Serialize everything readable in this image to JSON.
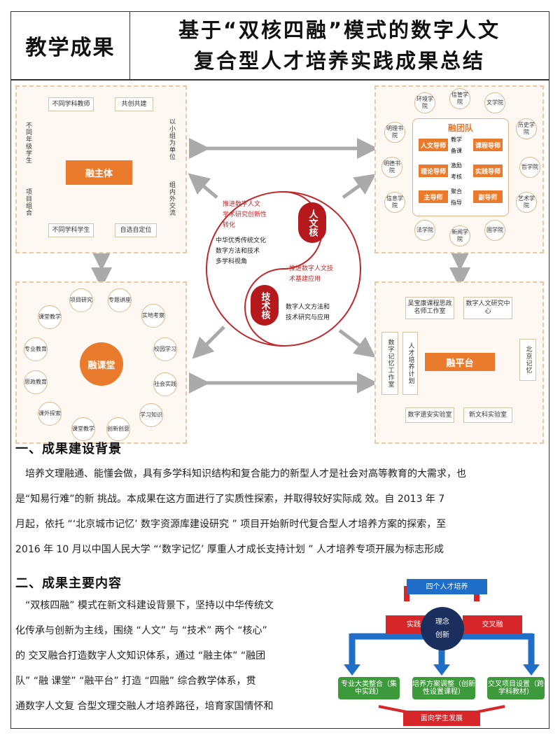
{
  "header": {
    "tag": "教学成果",
    "title_line1": "基于“双核四融”模式的数字人文",
    "title_line2": "复合型人才培养实践成果总结"
  },
  "figure": {
    "top_left": {
      "center": "融主体",
      "top_box": "不同学科教师",
      "top_right": "共创共建",
      "bottom_box": "不同学科学生",
      "bottom_right": "自选自定位",
      "left_v": "不同年级学生",
      "left_v2": "项目组合",
      "right_v": "以小组为单位",
      "right_v2": "组内外交流"
    },
    "top_right": {
      "center_title": "融团队",
      "outer": [
        "环境学院",
        "信管学院",
        "文学院",
        "历史学院",
        "哲学院",
        "艺术学院",
        "国学院",
        "新闻学院",
        "法学院",
        "信息学院",
        "明德书院",
        "明理书院"
      ],
      "roles_left": [
        "人文导师",
        "理论导师",
        "主导师"
      ],
      "roles_right": [
        "课程导师",
        "实践导师",
        "副导师"
      ],
      "roles_mid": [
        "教学",
        "激励",
        "聚合"
      ],
      "roles_mid2": [
        "备课",
        "考核",
        "指导"
      ]
    },
    "center": {
      "core1": "人文核",
      "core2": "技术核",
      "text_red1": [
        "推进数字人文",
        "学术研究创新性",
        "转化"
      ],
      "text_black1": [
        "中华优秀传统文化",
        "数字方法和技术",
        "多学科视角"
      ],
      "text_red2": [
        "推进数字人文技",
        "术基建应用"
      ],
      "text_black2": [
        "数字人文方法和",
        "技术研究与应用"
      ]
    },
    "bottom_left": {
      "center": "融课堂",
      "circles": [
        "项目研究",
        "专题讲座",
        "实地考察",
        "校园学习",
        "社会实践",
        "学习知识",
        "创新创意",
        "课堂教学",
        "课外探索",
        "思政教育",
        "专业教育",
        "课堂教学"
      ]
    },
    "bottom_right": {
      "center": "融平台",
      "top1": "吴宝康课程思政名师工作室",
      "top2": "数字人文研究中心",
      "left_v": "数字记忆工作室",
      "left_v2": "人才培养计划",
      "right_v": "北京记忆",
      "bottom1": "数字遗安实验室",
      "bottom2": "新文科实验室"
    }
  },
  "section1": {
    "heading": "一、成果建设背景",
    "lines": [
      "培养文理融通、能懂会做，具有多学科知识结构和复合能力的新型人才是社会对高等教育的大需求，也",
      "是“知易行难”的新 挑战。本成果在这方面进行了实质性探索，并取得较好实际成 效。自 2013 年 7",
      "月起，依托 “‘北京城市记忆’ 数字资源库建设研究 ” 项目开始新时代复合型人才培养方案的探索，至",
      "2016 年 10 月以中国人民大学 “‘数字记忆’ 厚重人才成长支持计划 ” 人才培养专项开展为标志形成"
    ]
  },
  "section2": {
    "heading": "二、成果主要内容",
    "lines": [
      "“双核四融” 模式在新文科建设背景下，坚持以中华传统文",
      "化传承与创新为主线，围绕 “人文” 与 “技术” 两个 “核心”",
      "的 交叉融合打造数字人文知识体系，通过 “融主体” “融团",
      "队” “融 课堂” “融平台” 打造 “四融” 综合教学体系，贯",
      "通数字人文复 合型文理交融人才培养路径，培育家国情怀和"
    ]
  },
  "diagram": {
    "top": "四个人才培养",
    "left_red": "实践",
    "right_red": "交叉融",
    "center1": "理念",
    "center2": "创新",
    "green1": "专业大类整合（集中实践）",
    "green2": "培养方案调整（创新性设置课程）",
    "green3": "交叉项目设置（跨学科教材）",
    "bottom": "面向学生发展",
    "colors": {
      "blue": "#1f6fc8",
      "red": "#d7262a",
      "green": "#3d9a3a",
      "navy": "#1b2f5e"
    }
  }
}
